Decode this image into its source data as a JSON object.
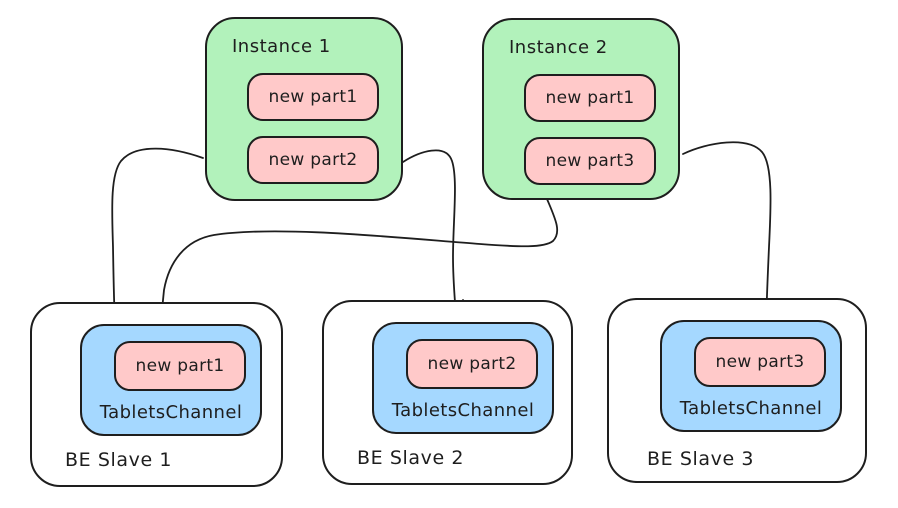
{
  "diagram": {
    "title_hint": "partition distribution from instances to BE slaves",
    "colors": {
      "background": "#ffffff",
      "stroke": "#1e1e1e",
      "instance_fill": "#b2f2bb",
      "part_fill": "#ffc9c9",
      "channel_fill": "#a5d8ff"
    },
    "instances": [
      {
        "title": "Instance 1",
        "parts": [
          "new part1",
          "new part2"
        ]
      },
      {
        "title": "Instance 2",
        "parts": [
          "new part1",
          "new part3"
        ]
      }
    ],
    "slaves": [
      {
        "title": "BE Slave 1",
        "channel": "TabletsChannel",
        "part": "new part1"
      },
      {
        "title": "BE Slave 2",
        "channel": "TabletsChannel",
        "part": "new part2"
      },
      {
        "title": "BE Slave 3",
        "channel": "TabletsChannel",
        "part": "new part3"
      }
    ],
    "edges": [
      {
        "from": "Instance 1",
        "part": "new part1",
        "to": "BE Slave 1 / TabletsChannel"
      },
      {
        "from": "Instance 2",
        "part": "new part1",
        "to": "BE Slave 1 / TabletsChannel"
      },
      {
        "from": "Instance 1",
        "part": "new part2",
        "to": "BE Slave 2 / TabletsChannel"
      },
      {
        "from": "Instance 2",
        "part": "new part3",
        "to": "BE Slave 3 / TabletsChannel"
      }
    ]
  }
}
